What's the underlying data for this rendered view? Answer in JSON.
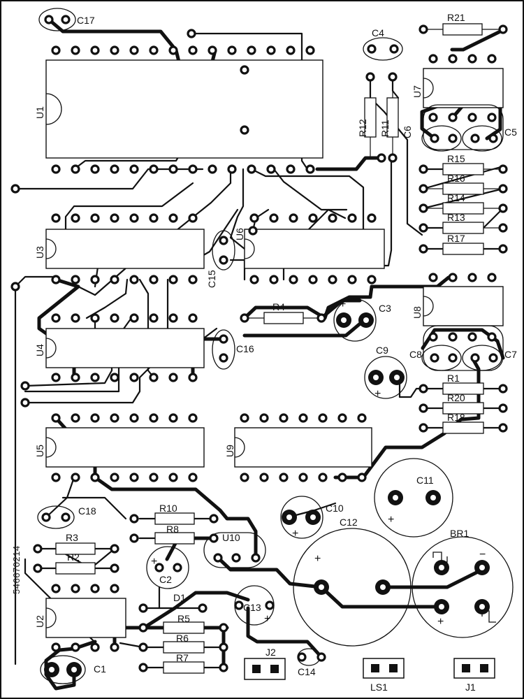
{
  "board": {
    "ic_labels": {
      "u1": "U1",
      "u3": "U3",
      "u4": "U4",
      "u5": "U5",
      "u6": "U6",
      "u7": "U7",
      "u8": "U8",
      "u9": "U9",
      "u2": "U2",
      "u10": "U10"
    },
    "resistor_labels": {
      "r1": "R1",
      "r2": "R2",
      "r3": "R3",
      "r4": "R4",
      "r5": "R5",
      "r6": "R6",
      "r7": "R7",
      "r8": "R8",
      "r10": "R10",
      "r11": "R11",
      "r12": "R12",
      "r13": "R13",
      "r14": "R14",
      "r15": "R15",
      "r16": "R16",
      "r17": "R17",
      "r18": "R18",
      "r20": "R20",
      "r21": "R21"
    },
    "capacitor_labels": {
      "c1": "C1",
      "c2": "C2",
      "c3": "C3",
      "c4": "C4",
      "c5": "C5",
      "c6": "C6",
      "c7": "C7",
      "c8": "C8",
      "c9": "C9",
      "c10": "C10",
      "c11": "C11",
      "c12": "C12",
      "c13": "C13",
      "c14": "C14",
      "c15": "C15",
      "c16": "C16",
      "c17": "C17",
      "c18": "C18"
    },
    "other_labels": {
      "d1": "D1",
      "br1": "BR1",
      "j1": "J1",
      "j2": "J2",
      "ls1": "LS1"
    },
    "polarity": {
      "plus": "+",
      "minus": "−"
    },
    "stock_id": "546670214",
    "colors": {
      "ink": "#111111",
      "paper": "#ffffff"
    }
  }
}
